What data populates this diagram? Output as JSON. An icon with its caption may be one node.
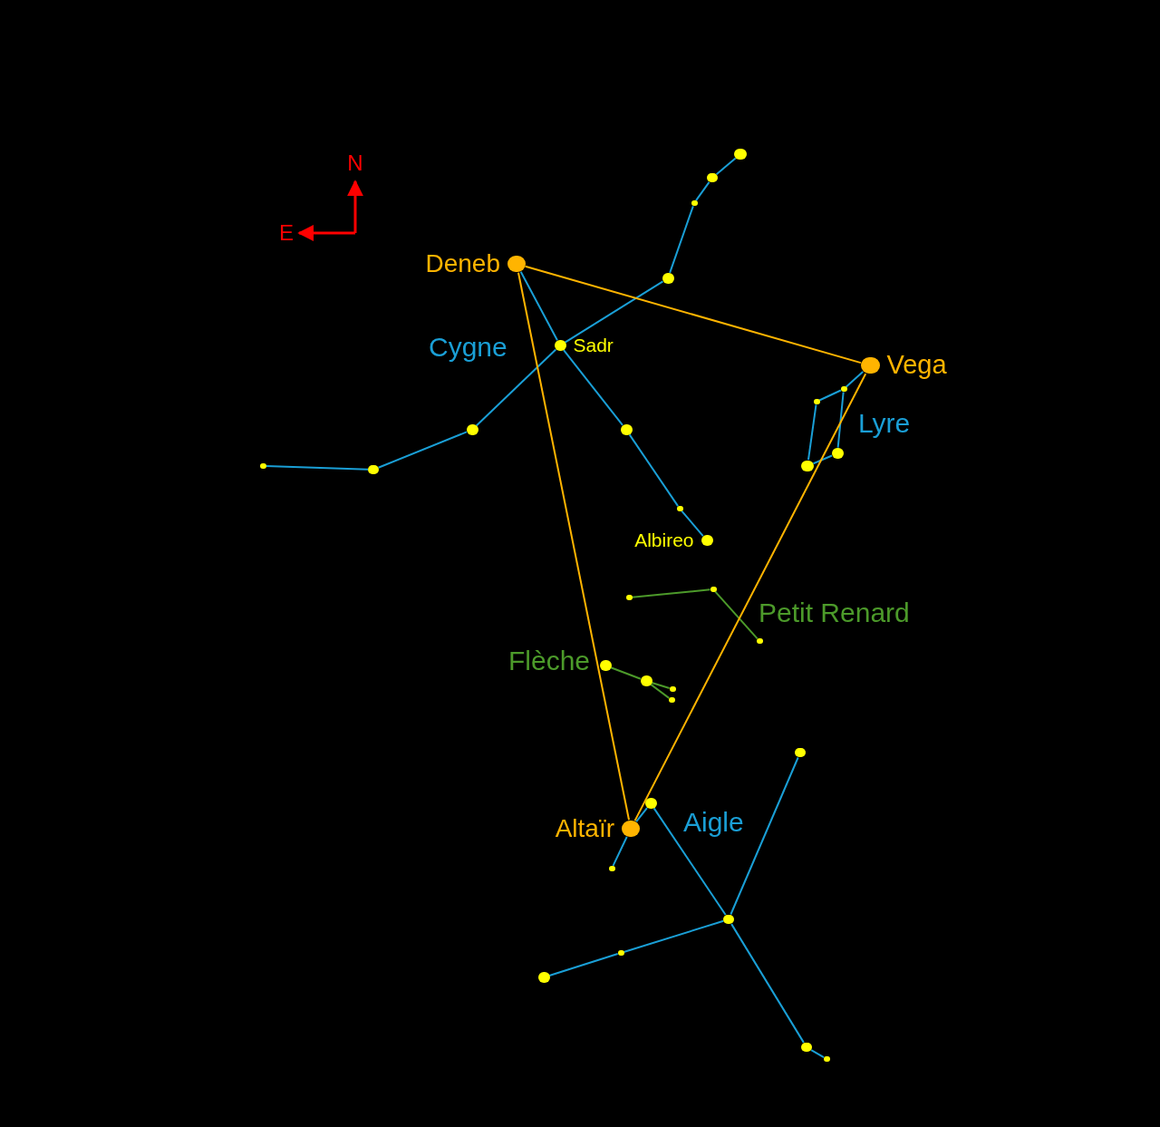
{
  "diagram": {
    "nodes": [
      {
        "text": [],
        "shape": "circle",
        "beside": [
          "Deneb"
        ]
      },
      {
        "text": [],
        "shape": "circle",
        "beside": [
          "Sadr"
        ]
      },
      {
        "text": [],
        "shape": "circle"
      },
      {
        "text": [],
        "shape": "circle"
      },
      {
        "text": [],
        "shape": "circle"
      },
      {
        "text": [],
        "shape": "circle"
      },
      {
        "text": [],
        "shape": "circle"
      },
      {
        "text": [],
        "shape": "circle"
      },
      {
        "text": [],
        "shape": "circle"
      },
      {
        "text": [],
        "shape": "circle"
      },
      {
        "text": [],
        "shape": "circle"
      },
      {
        "text": [],
        "shape": "circle",
        "beside": [
          "Albireo"
        ]
      },
      {
        "text": [],
        "shape": "circle",
        "beside": [
          "Vega"
        ]
      },
      {
        "text": [],
        "shape": "circle"
      },
      {
        "text": [],
        "shape": "circle"
      },
      {
        "text": [],
        "shape": "circle"
      },
      {
        "text": [],
        "shape": "circle"
      },
      {
        "text": [],
        "shape": "circle"
      },
      {
        "text": [],
        "shape": "circle"
      },
      {
        "text": [],
        "shape": "circle"
      },
      {
        "text": [],
        "shape": "circle"
      },
      {
        "text": [],
        "shape": "circle"
      },
      {
        "text": [],
        "shape": "circle"
      },
      {
        "text": [],
        "shape": "circle"
      },
      {
        "text": [],
        "shape": "circle",
        "beside": [
          "Altaïr"
        ]
      },
      {
        "text": [],
        "shape": "circle"
      },
      {
        "text": [],
        "shape": "circle"
      },
      {
        "text": [],
        "shape": "circle"
      },
      {
        "text": [],
        "shape": "circle"
      },
      {
        "text": [],
        "shape": "circle"
      },
      {
        "text": [],
        "shape": "circle"
      },
      {
        "text": [],
        "shape": "circle"
      },
      {
        "text": [],
        "shape": "circle"
      }
    ],
    "edges": [
      {
        "from": 0,
        "to": 1,
        "arrow": "none"
      },
      {
        "from": 1,
        "to": 9,
        "arrow": "none"
      },
      {
        "from": 9,
        "to": 10,
        "arrow": "none"
      },
      {
        "from": 10,
        "to": 11,
        "arrow": "none"
      },
      {
        "from": 1,
        "to": 2,
        "arrow": "none"
      },
      {
        "from": 2,
        "to": 3,
        "arrow": "none"
      },
      {
        "from": 3,
        "to": 4,
        "arrow": "none"
      },
      {
        "from": 4,
        "to": 5,
        "arrow": "none"
      },
      {
        "from": 1,
        "to": 6,
        "arrow": "none"
      },
      {
        "from": 6,
        "to": 7,
        "arrow": "none"
      },
      {
        "from": 7,
        "to": 8,
        "arrow": "none"
      },
      {
        "from": 12,
        "to": 13,
        "arrow": "none"
      },
      {
        "from": 13,
        "to": 14,
        "arrow": "none"
      },
      {
        "from": 14,
        "to": 15,
        "arrow": "none"
      },
      {
        "from": 15,
        "to": 16,
        "arrow": "none"
      },
      {
        "from": 16,
        "to": 13,
        "arrow": "none"
      },
      {
        "from": 17,
        "to": 18,
        "arrow": "none",
        "color": "#4c9a2a"
      },
      {
        "from": 18,
        "to": 19,
        "arrow": "none",
        "color": "#4c9a2a"
      },
      {
        "from": 20,
        "to": 21,
        "arrow": "none",
        "color": "#4c9a2a"
      },
      {
        "from": 21,
        "to": 22,
        "arrow": "none",
        "color": "#4c9a2a"
      },
      {
        "from": 21,
        "to": 23,
        "arrow": "none",
        "color": "#4c9a2a"
      },
      {
        "from": 26,
        "to": 24,
        "arrow": "none"
      },
      {
        "from": 24,
        "to": 25,
        "arrow": "none"
      },
      {
        "from": 25,
        "to": 27,
        "arrow": "none"
      },
      {
        "from": 27,
        "to": 28,
        "arrow": "none"
      },
      {
        "from": 27,
        "to": 29,
        "arrow": "none"
      },
      {
        "from": 29,
        "to": 30,
        "arrow": "none"
      },
      {
        "from": 27,
        "to": 31,
        "arrow": "none"
      },
      {
        "from": 31,
        "to": 32,
        "arrow": "none"
      },
      {
        "from": 0,
        "to": 12,
        "arrow": "none",
        "color": "#ffb400"
      },
      {
        "from": 12,
        "to": 24,
        "arrow": "none",
        "color": "#ffb400"
      },
      {
        "from": 24,
        "to": 0,
        "arrow": "none",
        "color": "#ffb400"
      }
    ],
    "labels": [
      "N",
      "E",
      "Cygne",
      "Lyre",
      "Petit Renard",
      "Flèche",
      "Aigle"
    ]
  }
}
